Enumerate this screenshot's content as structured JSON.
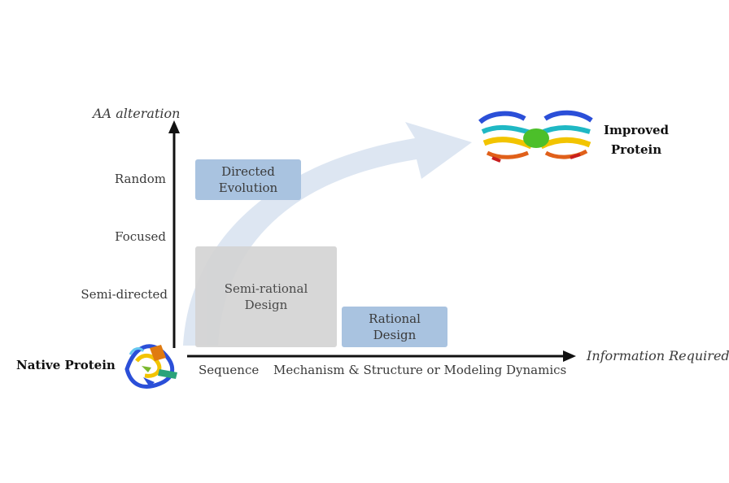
{
  "axes": {
    "y_label": "AA alteration",
    "x_label": "Information Required",
    "y_ticks": [
      "Random",
      "Focused",
      "Semi-directed"
    ],
    "x_ticks": [
      "Sequence",
      "Mechanism & Structure or Modeling",
      "Dynamics"
    ]
  },
  "nodes": {
    "native": "Native Protein",
    "improved_line1": "Improved",
    "improved_line2": "Protein"
  },
  "boxes": {
    "directed": [
      "Directed",
      "Evolution"
    ],
    "semi_rational": [
      "Semi-rational",
      "Design"
    ],
    "rational": [
      "Rational",
      "Design"
    ]
  },
  "colors": {
    "axis": "#111111",
    "method_box": "#a9c3e0",
    "semi_box": "#d4d4d4",
    "progress_arrow": "#dde6f2"
  }
}
